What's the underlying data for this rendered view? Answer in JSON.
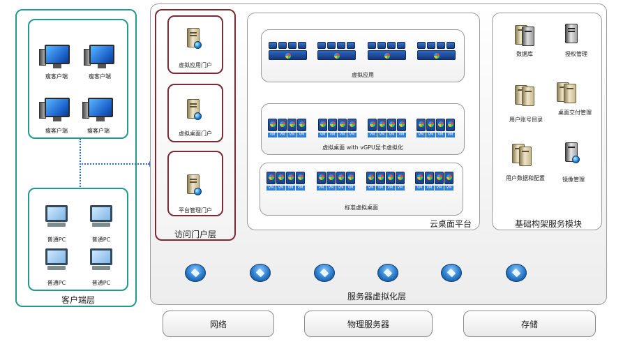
{
  "client_layer": {
    "thin_clients": [
      "瘦客户端",
      "瘦客户端",
      "瘦客户端",
      "瘦客户端"
    ],
    "pcs": [
      "普通PC",
      "普通PC",
      "普通PC",
      "普通PC"
    ],
    "title": "客户端层"
  },
  "portal_layer": {
    "portals": [
      "虚拟应用门户",
      "虚拟桌面门户",
      "平台管理门户"
    ],
    "title": "访问门户层"
  },
  "cloud_platform": {
    "virtual_app": "虚拟应用",
    "vgpu_desktop": "虚拟桌面 with vGPU显卡虚拟化",
    "std_desktop": "标准虚拟桌面",
    "title": "云桌面平台",
    "vm_tag": "VM"
  },
  "infra_services": {
    "items": [
      "数据库",
      "授权管理",
      "用户账号目录",
      "桌面交付管理",
      "用户数据和配置",
      "镜像管理"
    ],
    "title": "基础构架服务模块"
  },
  "hypervisor_layer": {
    "title": "服务器虚拟化层"
  },
  "bottom": [
    "网络",
    "物理服务器",
    "存储"
  ],
  "colors": {
    "client_border": "#1f9a8c",
    "portal_border": "#7a2a33",
    "connector": "#2f6fcf"
  }
}
